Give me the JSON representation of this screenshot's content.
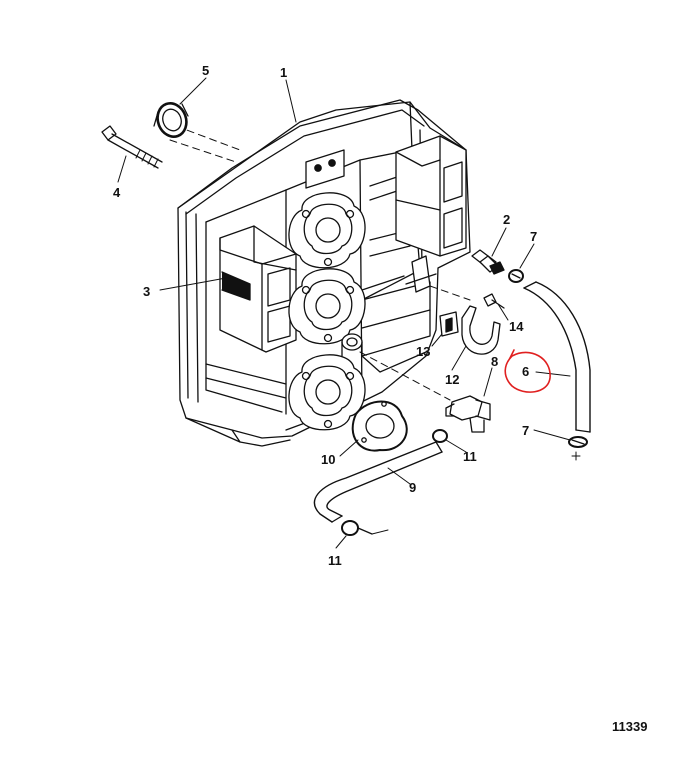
{
  "figure_number": "11339",
  "callouts": {
    "c1": "1",
    "c2": "2",
    "c3": "3",
    "c4": "4",
    "c5": "5",
    "c6": "6",
    "c7a": "7",
    "c7b": "7",
    "c8": "8",
    "c9": "9",
    "c10": "10",
    "c11a": "11",
    "c11b": "11",
    "c12": "12",
    "c13": "13",
    "c14": "14"
  },
  "colors": {
    "line": "#111111",
    "highlight_circle": "#e02020",
    "background": "#ffffff"
  }
}
